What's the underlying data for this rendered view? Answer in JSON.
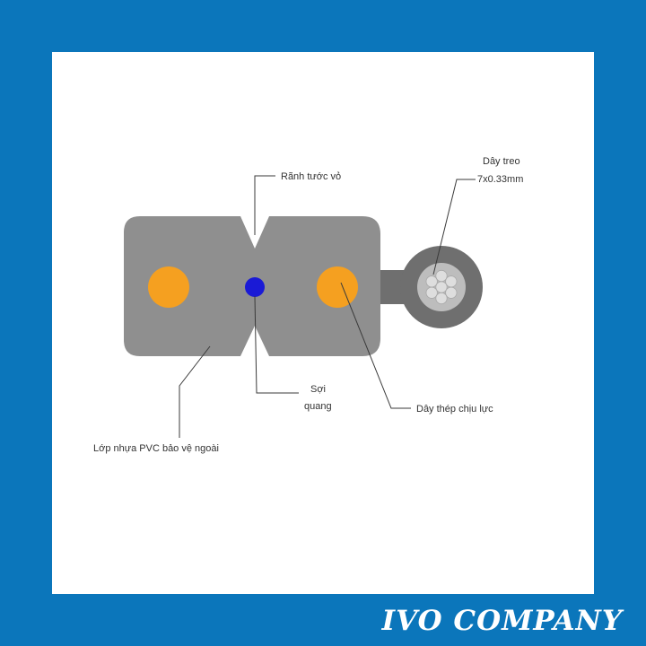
{
  "colors": {
    "frame": "#0b76bb",
    "panel": "#ffffff",
    "jacket": "#8f8f8f",
    "strength_member": "#f5a020",
    "fiber": "#1a1ad6",
    "messenger_outer": "#6f6f6f",
    "messenger_inner": "#bdbdbd",
    "messenger_strand": "#dedede",
    "leader_line": "#3a3a3a",
    "brand_text": "#ffffff"
  },
  "labels": {
    "groove": "Rãnh tước vỏ",
    "messenger_line1": "Dây treo",
    "messenger_line2": "7x0.33mm",
    "fiber_line1": "Sợi",
    "fiber_line2": "quang",
    "steel": "Dây thép chịu lực",
    "jacket": "Lớp nhựa PVC bảo vệ ngoài"
  },
  "brand": {
    "name": "IVO COMPANY"
  }
}
